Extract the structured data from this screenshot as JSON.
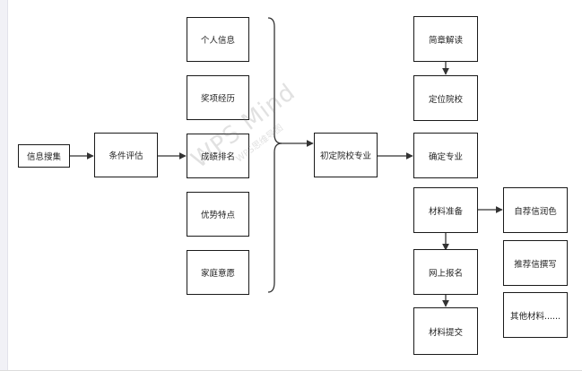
{
  "nodes": {
    "info_collect": "信息搜集",
    "condition_eval": "条件评估",
    "personal_info": "个人信息",
    "awards": "奖项经历",
    "grade_rank": "成绩排名",
    "strengths": "优势特点",
    "family_wishes": "家庭意愿",
    "initial_school_major": "初定院校专业",
    "brochure_reading": "简章解读",
    "locate_school": "定位院校",
    "confirm_major": "确定专业",
    "material_prep": "材料准备",
    "online_register": "网上报名",
    "material_submit": "材料提交",
    "self_rec_polish": "自荐信润色",
    "rec_letter_write": "推荐信撰写",
    "other_materials": "其他材料......"
  },
  "watermark": {
    "main": "WPS Mind",
    "sub": "WPS思维导图"
  },
  "colors": {
    "border": "#1a1a1a",
    "line": "#333333",
    "text": "#222222",
    "watermark": "#999999"
  }
}
